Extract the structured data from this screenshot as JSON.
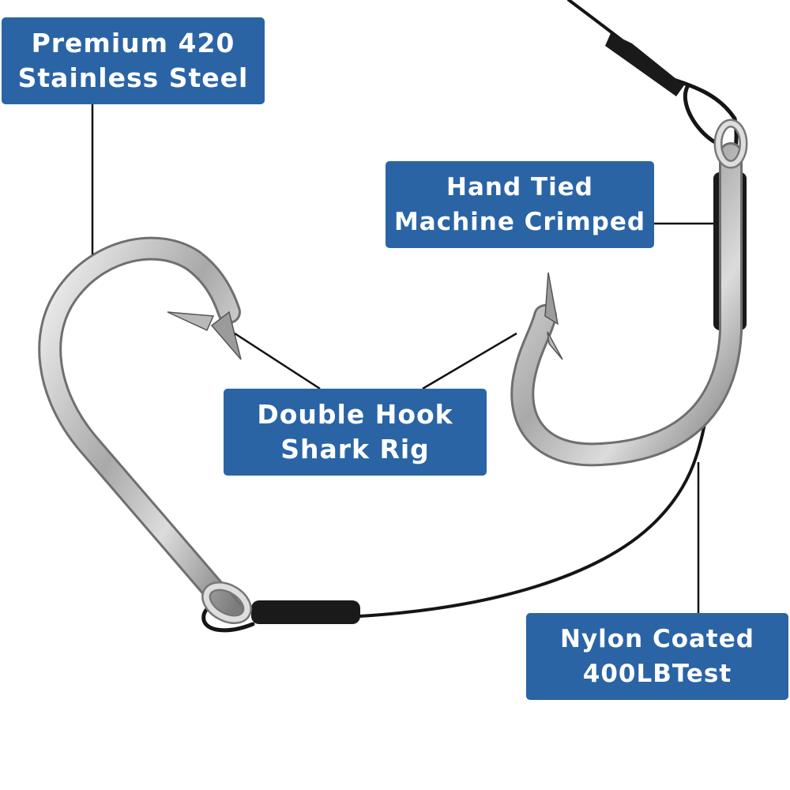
{
  "callouts": {
    "steel": {
      "line1": "Premium 420",
      "line2": "Stainless Steel"
    },
    "crimp": {
      "line1": "Hand Tied",
      "line2": "Machine Crimped"
    },
    "double": {
      "line1": "Double Hook",
      "line2": "Shark Rig"
    },
    "nylon": {
      "line1": "Nylon Coated",
      "line2": "400LBTest"
    }
  },
  "colors": {
    "callout_bg": "#2a64a5",
    "callout_text": "#ffffff",
    "leader_line": "#111111",
    "hook_steel": "#b9b9b9",
    "cable": "#151515"
  },
  "icons": [
    "large-hook-icon",
    "small-hook-icon",
    "nylon-cable-icon",
    "crimp-sleeve-icon"
  ]
}
